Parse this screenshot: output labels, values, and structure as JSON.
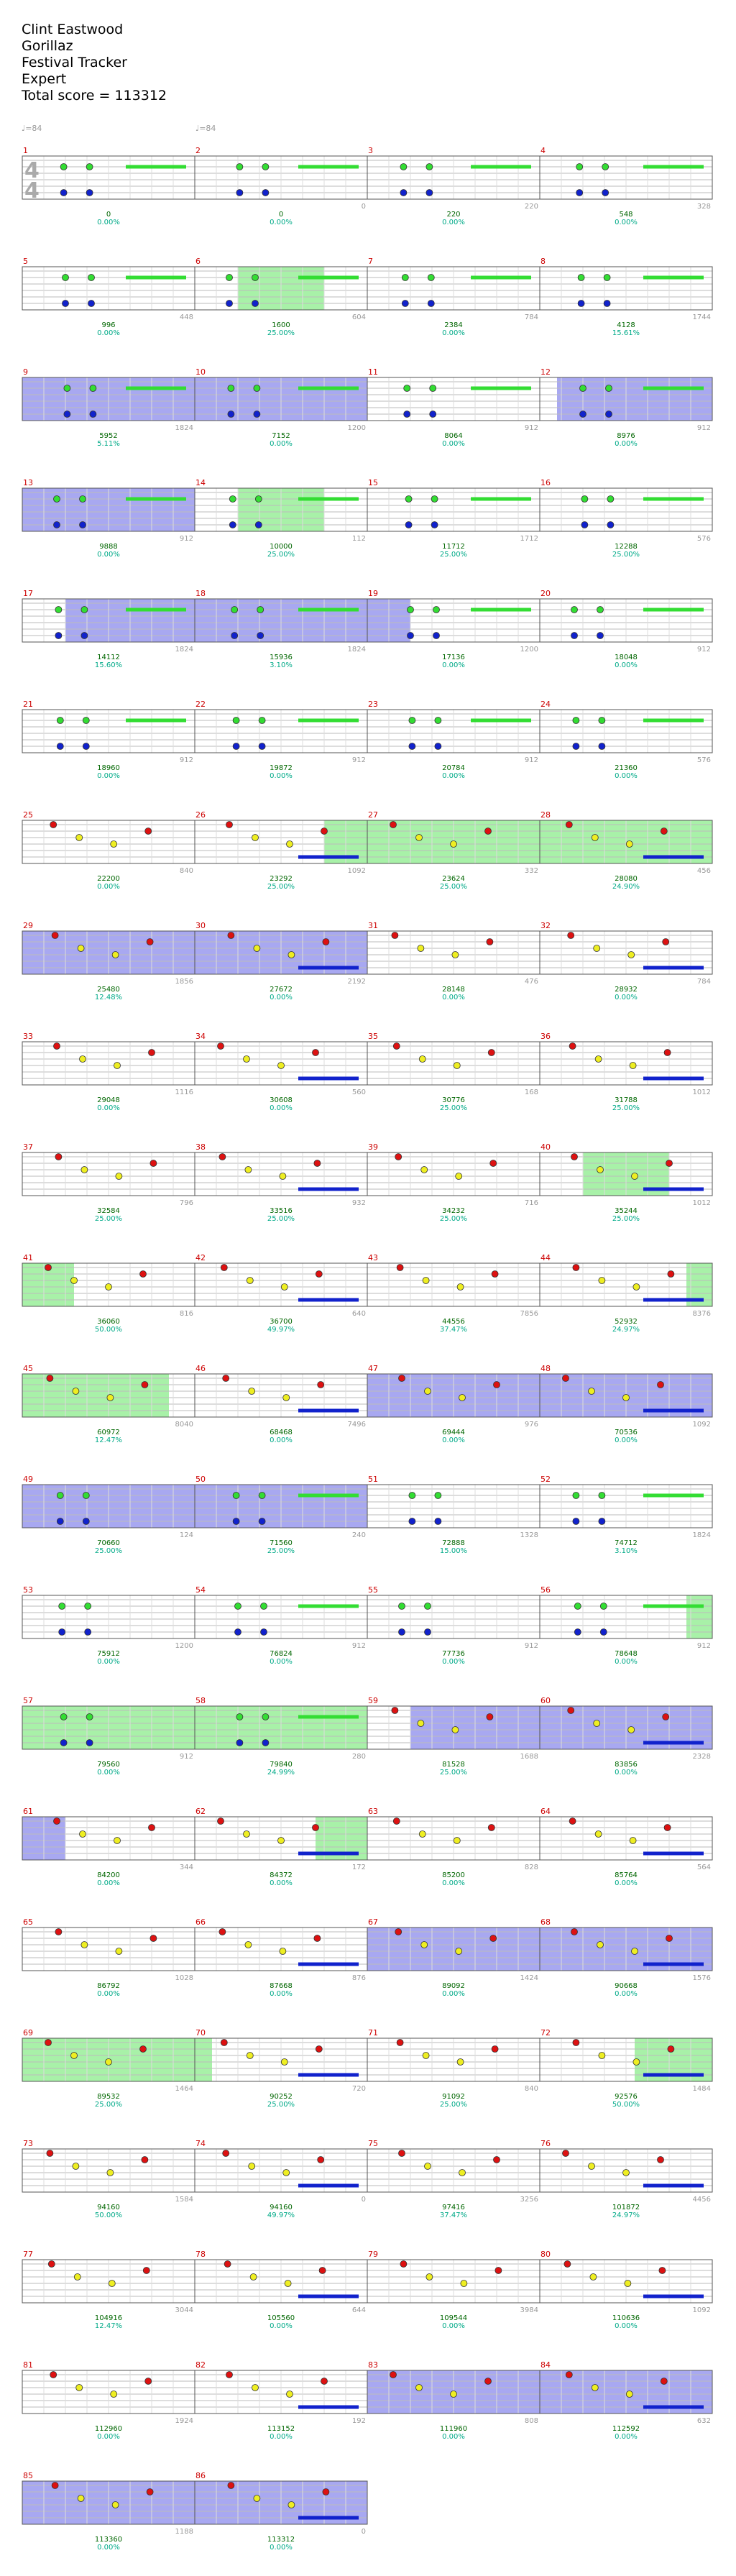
{
  "header": {
    "song": "Clint Eastwood",
    "artist": "Gorillaz",
    "game": "Festival Tracker",
    "difficulty": "Expert",
    "total_score_label": "Total score = 113312"
  },
  "tempo_markers": [
    "♩=84",
    "♩=84"
  ],
  "time_signature": [
    "4",
    "4"
  ],
  "colors": {
    "green": "#33dd33",
    "red": "#dd1111",
    "yellow": "#eeee22",
    "blue": "#1122cc",
    "orange": "#ff9900",
    "overdrive": "#99ee99",
    "star_power": "#8888ee",
    "measure_number": "#cc0000",
    "score": "#006600",
    "percent": "#00aa88",
    "gray_label": "#999999"
  },
  "measures": [
    {
      "n": "1",
      "gray": "",
      "score": "0",
      "pct": "0.00%"
    },
    {
      "n": "2",
      "gray": "0",
      "score": "0",
      "pct": "0.00%"
    },
    {
      "n": "3",
      "gray": "220",
      "score": "220",
      "pct": "0.00%"
    },
    {
      "n": "4",
      "gray": "328",
      "score": "548",
      "pct": "0.00%"
    },
    {
      "n": "5",
      "gray": "448",
      "score": "996",
      "pct": "0.00%"
    },
    {
      "n": "6",
      "gray": "604",
      "score": "1600",
      "pct": "25.00%"
    },
    {
      "n": "7",
      "gray": "784",
      "score": "2384",
      "pct": "0.00%"
    },
    {
      "n": "8",
      "gray": "1744",
      "score": "4128",
      "pct": "15.61%"
    },
    {
      "n": "9",
      "gray": "1824",
      "score": "5952",
      "pct": "5.11%"
    },
    {
      "n": "10",
      "gray": "1200",
      "score": "7152",
      "pct": "0.00%"
    },
    {
      "n": "11",
      "gray": "912",
      "score": "8064",
      "pct": "0.00%"
    },
    {
      "n": "12",
      "gray": "912",
      "score": "8976",
      "pct": "0.00%"
    },
    {
      "n": "13",
      "gray": "912",
      "score": "9888",
      "pct": "0.00%"
    },
    {
      "n": "14",
      "gray": "112",
      "score": "10000",
      "pct": "25.00%"
    },
    {
      "n": "15",
      "gray": "1712",
      "score": "11712",
      "pct": "25.00%"
    },
    {
      "n": "16",
      "gray": "576",
      "score": "12288",
      "pct": "25.00%"
    },
    {
      "n": "17",
      "gray": "1824",
      "score": "14112",
      "pct": "15.60%"
    },
    {
      "n": "18",
      "gray": "1824",
      "score": "15936",
      "pct": "3.10%"
    },
    {
      "n": "19",
      "gray": "1200",
      "score": "17136",
      "pct": "0.00%"
    },
    {
      "n": "20",
      "gray": "912",
      "score": "18048",
      "pct": "0.00%"
    },
    {
      "n": "21",
      "gray": "912",
      "score": "18960",
      "pct": "0.00%"
    },
    {
      "n": "22",
      "gray": "912",
      "score": "19872",
      "pct": "0.00%"
    },
    {
      "n": "23",
      "gray": "912",
      "score": "20784",
      "pct": "0.00%"
    },
    {
      "n": "24",
      "gray": "576",
      "score": "21360",
      "pct": "0.00%"
    },
    {
      "n": "25",
      "gray": "840",
      "score": "22200",
      "pct": "0.00%"
    },
    {
      "n": "26",
      "gray": "1092",
      "score": "23292",
      "pct": "25.00%"
    },
    {
      "n": "27",
      "gray": "332",
      "score": "23624",
      "pct": "25.00%"
    },
    {
      "n": "28",
      "gray": "456",
      "score": "28080",
      "pct": "24.90%"
    },
    {
      "n": "29",
      "gray": "1856",
      "score": "25480",
      "pct": "12.48%"
    },
    {
      "n": "30",
      "gray": "2192",
      "score": "27672",
      "pct": "0.00%"
    },
    {
      "n": "31",
      "gray": "476",
      "score": "28148",
      "pct": "0.00%"
    },
    {
      "n": "32",
      "gray": "784",
      "score": "28932",
      "pct": "0.00%"
    },
    {
      "n": "33",
      "gray": "1116",
      "score": "29048",
      "pct": "0.00%"
    },
    {
      "n": "34",
      "gray": "560",
      "score": "30608",
      "pct": "0.00%"
    },
    {
      "n": "35",
      "gray": "168",
      "score": "30776",
      "pct": "25.00%"
    },
    {
      "n": "36",
      "gray": "1012",
      "score": "31788",
      "pct": "25.00%"
    },
    {
      "n": "37",
      "gray": "796",
      "score": "32584",
      "pct": "25.00%"
    },
    {
      "n": "38",
      "gray": "932",
      "score": "33516",
      "pct": "25.00%"
    },
    {
      "n": "39",
      "gray": "716",
      "score": "34232",
      "pct": "25.00%"
    },
    {
      "n": "40",
      "gray": "1012",
      "score": "35244",
      "pct": "25.00%"
    },
    {
      "n": "41",
      "gray": "816",
      "score": "36060",
      "pct": "50.00%"
    },
    {
      "n": "42",
      "gray": "640",
      "score": "36700",
      "pct": "49.97%"
    },
    {
      "n": "43",
      "gray": "7856",
      "score": "44556",
      "pct": "37.47%"
    },
    {
      "n": "44",
      "gray": "8376",
      "score": "52932",
      "pct": "24.97%"
    },
    {
      "n": "45",
      "gray": "8040",
      "score": "60972",
      "pct": "12.47%"
    },
    {
      "n": "46",
      "gray": "7496",
      "score": "68468",
      "pct": "0.00%"
    },
    {
      "n": "47",
      "gray": "976",
      "score": "69444",
      "pct": "0.00%"
    },
    {
      "n": "48",
      "gray": "1092",
      "score": "70536",
      "pct": "0.00%"
    },
    {
      "n": "49",
      "gray": "124",
      "score": "70660",
      "pct": "25.00%"
    },
    {
      "n": "50",
      "gray": "240",
      "score": "71560",
      "pct": "25.00%"
    },
    {
      "n": "51",
      "gray": "1328",
      "score": "72888",
      "pct": "15.00%"
    },
    {
      "n": "52",
      "gray": "1824",
      "score": "74712",
      "pct": "3.10%"
    },
    {
      "n": "53",
      "gray": "1200",
      "score": "75912",
      "pct": "0.00%"
    },
    {
      "n": "54",
      "gray": "912",
      "score": "76824",
      "pct": "0.00%"
    },
    {
      "n": "55",
      "gray": "912",
      "score": "77736",
      "pct": "0.00%"
    },
    {
      "n": "56",
      "gray": "912",
      "score": "78648",
      "pct": "0.00%"
    },
    {
      "n": "57",
      "gray": "912",
      "score": "79560",
      "pct": "0.00%"
    },
    {
      "n": "58",
      "gray": "280",
      "score": "79840",
      "pct": "24.99%"
    },
    {
      "n": "59",
      "gray": "1688",
      "score": "81528",
      "pct": "25.00%"
    },
    {
      "n": "60",
      "gray": "2328",
      "score": "83856",
      "pct": "0.00%"
    },
    {
      "n": "61",
      "gray": "344",
      "score": "84200",
      "pct": "0.00%"
    },
    {
      "n": "62",
      "gray": "172",
      "score": "84372",
      "pct": "0.00%"
    },
    {
      "n": "63",
      "gray": "828",
      "score": "85200",
      "pct": "0.00%"
    },
    {
      "n": "64",
      "gray": "564",
      "score": "85764",
      "pct": "0.00%"
    },
    {
      "n": "65",
      "gray": "1028",
      "score": "86792",
      "pct": "0.00%"
    },
    {
      "n": "66",
      "gray": "876",
      "score": "87668",
      "pct": "0.00%"
    },
    {
      "n": "67",
      "gray": "1424",
      "score": "89092",
      "pct": "0.00%"
    },
    {
      "n": "68",
      "gray": "1576",
      "score": "90668",
      "pct": "0.00%"
    },
    {
      "n": "69",
      "gray": "1464",
      "score": "89532",
      "pct": "25.00%"
    },
    {
      "n": "70",
      "gray": "720",
      "score": "90252",
      "pct": "25.00%"
    },
    {
      "n": "71",
      "gray": "840",
      "score": "91092",
      "pct": "25.00%"
    },
    {
      "n": "72",
      "gray": "1484",
      "score": "92576",
      "pct": "50.00%"
    },
    {
      "n": "73",
      "gray": "1584",
      "score": "94160",
      "pct": "50.00%"
    },
    {
      "n": "74",
      "gray": "0",
      "score": "94160",
      "pct": "49.97%"
    },
    {
      "n": "75",
      "gray": "3256",
      "score": "97416",
      "pct": "37.47%"
    },
    {
      "n": "76",
      "gray": "4456",
      "score": "101872",
      "pct": "24.97%"
    },
    {
      "n": "77",
      "gray": "3044",
      "score": "104916",
      "pct": "12.47%"
    },
    {
      "n": "78",
      "gray": "644",
      "score": "105560",
      "pct": "0.00%"
    },
    {
      "n": "79",
      "gray": "3984",
      "score": "109544",
      "pct": "0.00%"
    },
    {
      "n": "80",
      "gray": "1092",
      "score": "110636",
      "pct": "0.00%"
    },
    {
      "n": "81",
      "gray": "1924",
      "score": "112960",
      "pct": "0.00%"
    },
    {
      "n": "82",
      "gray": "192",
      "score": "113152",
      "pct": "0.00%"
    },
    {
      "n": "83",
      "gray": "808",
      "score": "111960",
      "pct": "0.00%"
    },
    {
      "n": "84",
      "gray": "632",
      "score": "112592",
      "pct": "0.00%"
    },
    {
      "n": "85",
      "gray": "1188",
      "score": "113360",
      "pct": "0.00%"
    },
    {
      "n": "86",
      "gray": "0",
      "score": "113312",
      "pct": "0.00%"
    }
  ]
}
